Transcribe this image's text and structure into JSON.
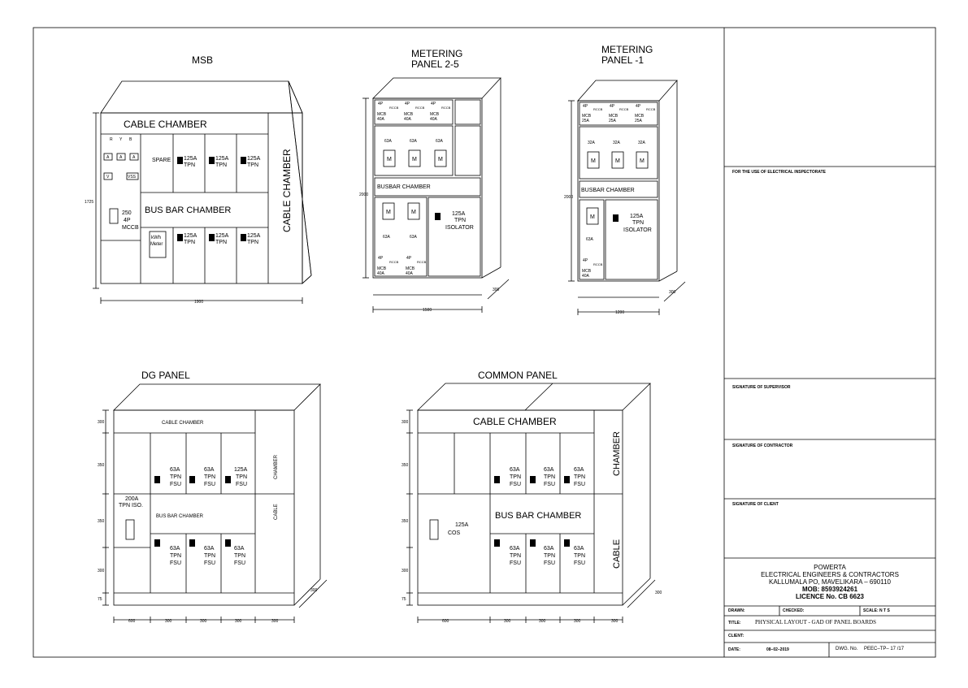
{
  "msb": {
    "title": "MSB",
    "cable_chamber_top": "CABLE      CHAMBER",
    "cable_chamber_side": "CABLE   CHAMBER",
    "busbar": "BUS BAR CHAMBER",
    "meter_letters": [
      "R",
      "Y",
      "B"
    ],
    "meter_a": "A",
    "meter_v": "V",
    "meter_vss": "VSS",
    "spare": "SPARE",
    "tpn_rating": "125A",
    "tpn": "TPN",
    "mccb_rating": "250",
    "mccb_poles": "4P",
    "mccb": "MCCB",
    "kwh": "kWh",
    "meter": "Meter",
    "height_dim": "1725",
    "width_dim": "1900"
  },
  "metering_2_5": {
    "title_1": "METERING",
    "title_2": "PANEL 2-5",
    "mcb_poles": "4P",
    "rccb": "RCCB",
    "mcb": "MCB",
    "mcb_rating": "40A",
    "meter_rating": "63A",
    "m": "M",
    "busbar": "BUSBAR CHAMBER",
    "iso_rating": "125A",
    "iso_tpn": "TPN",
    "isolator": "ISOLATOR",
    "height_dim": "2000",
    "width_dim": "1500",
    "depth_dim": "300"
  },
  "metering_1": {
    "title_1": "METERING",
    "title_2": "PANEL  -1",
    "mcb_poles": "4P",
    "rccb": "RCCB",
    "mcb": "MCB",
    "mcb_rating": "25A",
    "mcb_rating_low": "40A",
    "meter_rating": "32A",
    "meter_rating_low": "63A",
    "m": "M",
    "busbar": "BUSBAR CHAMBER",
    "iso_rating": "125A",
    "iso_tpn": "TPN",
    "isolator": "ISOLATOR",
    "height_dim": "2000",
    "width_dim": "1200",
    "depth_dim": "300"
  },
  "dg": {
    "title": "DG  PANEL",
    "cable_chamber": "CABLE    CHAMBER",
    "chamber_side": "CHAMBER",
    "cable_side": "CABLE",
    "busbar": "BUS BAR CHAMBER",
    "rating_63": "63A",
    "rating_125": "125A",
    "tpn": "TPN",
    "fsu": "FSU",
    "iso_rating": "200A",
    "iso_label": "TPN ISO.",
    "dims_v": [
      "300",
      "350",
      "350",
      "300",
      "75"
    ],
    "dims_h": [
      "600",
      "300",
      "300",
      "300",
      "300"
    ],
    "depth_dim": "300"
  },
  "common": {
    "title": "COMMON  PANEL",
    "cable_chamber": "CABLE      CHAMBER",
    "chamber_side": "CHAMBER",
    "cable_side": "CABLE",
    "busbar": "BUS BAR CHAMBER",
    "rating_63": "63A",
    "tpn": "TPN",
    "fsu": "FSU",
    "cos_rating": "125A",
    "cos": "COS",
    "dims_v": [
      "300",
      "350",
      "350",
      "300",
      "75"
    ],
    "dims_h": [
      "600",
      "300",
      "300",
      "300",
      "300"
    ],
    "depth_dim": "300"
  },
  "title_block": {
    "inspectorate": "FOR THE USE OF ELECTRICAL INSPECTORATE",
    "sig_supervisor": "SIGNATURE OF SUPERVISOR",
    "sig_contractor": "SIGNATURE OF  CONTRACTOR",
    "sig_client": "SIGNATURE OF CLIENT",
    "company": "POWERTA",
    "company_sub": "ELECTRICAL ENGINEERS & CONTRACTORS",
    "address": "KALLUMALA PO, MAVELIKARA – 690110",
    "mobile": "MOB: 8593924261",
    "licence": "LICENCE No. CB 6623",
    "drawn_label": "DRAWN:",
    "checked_label": "CHECKED:",
    "scale_label": "SCALE:",
    "scale_value": "N T S",
    "title_label": "TITLE:",
    "title_value": "PHYSICAL LAYOUT - GAD OF PANEL BOARDS",
    "client_label": "CLIENT:",
    "date_label": "DATE:",
    "date_value": "08–02–2019",
    "dwg_label": "DWG. No.",
    "dwg_value": "PEEC–TP–  17 /17"
  }
}
